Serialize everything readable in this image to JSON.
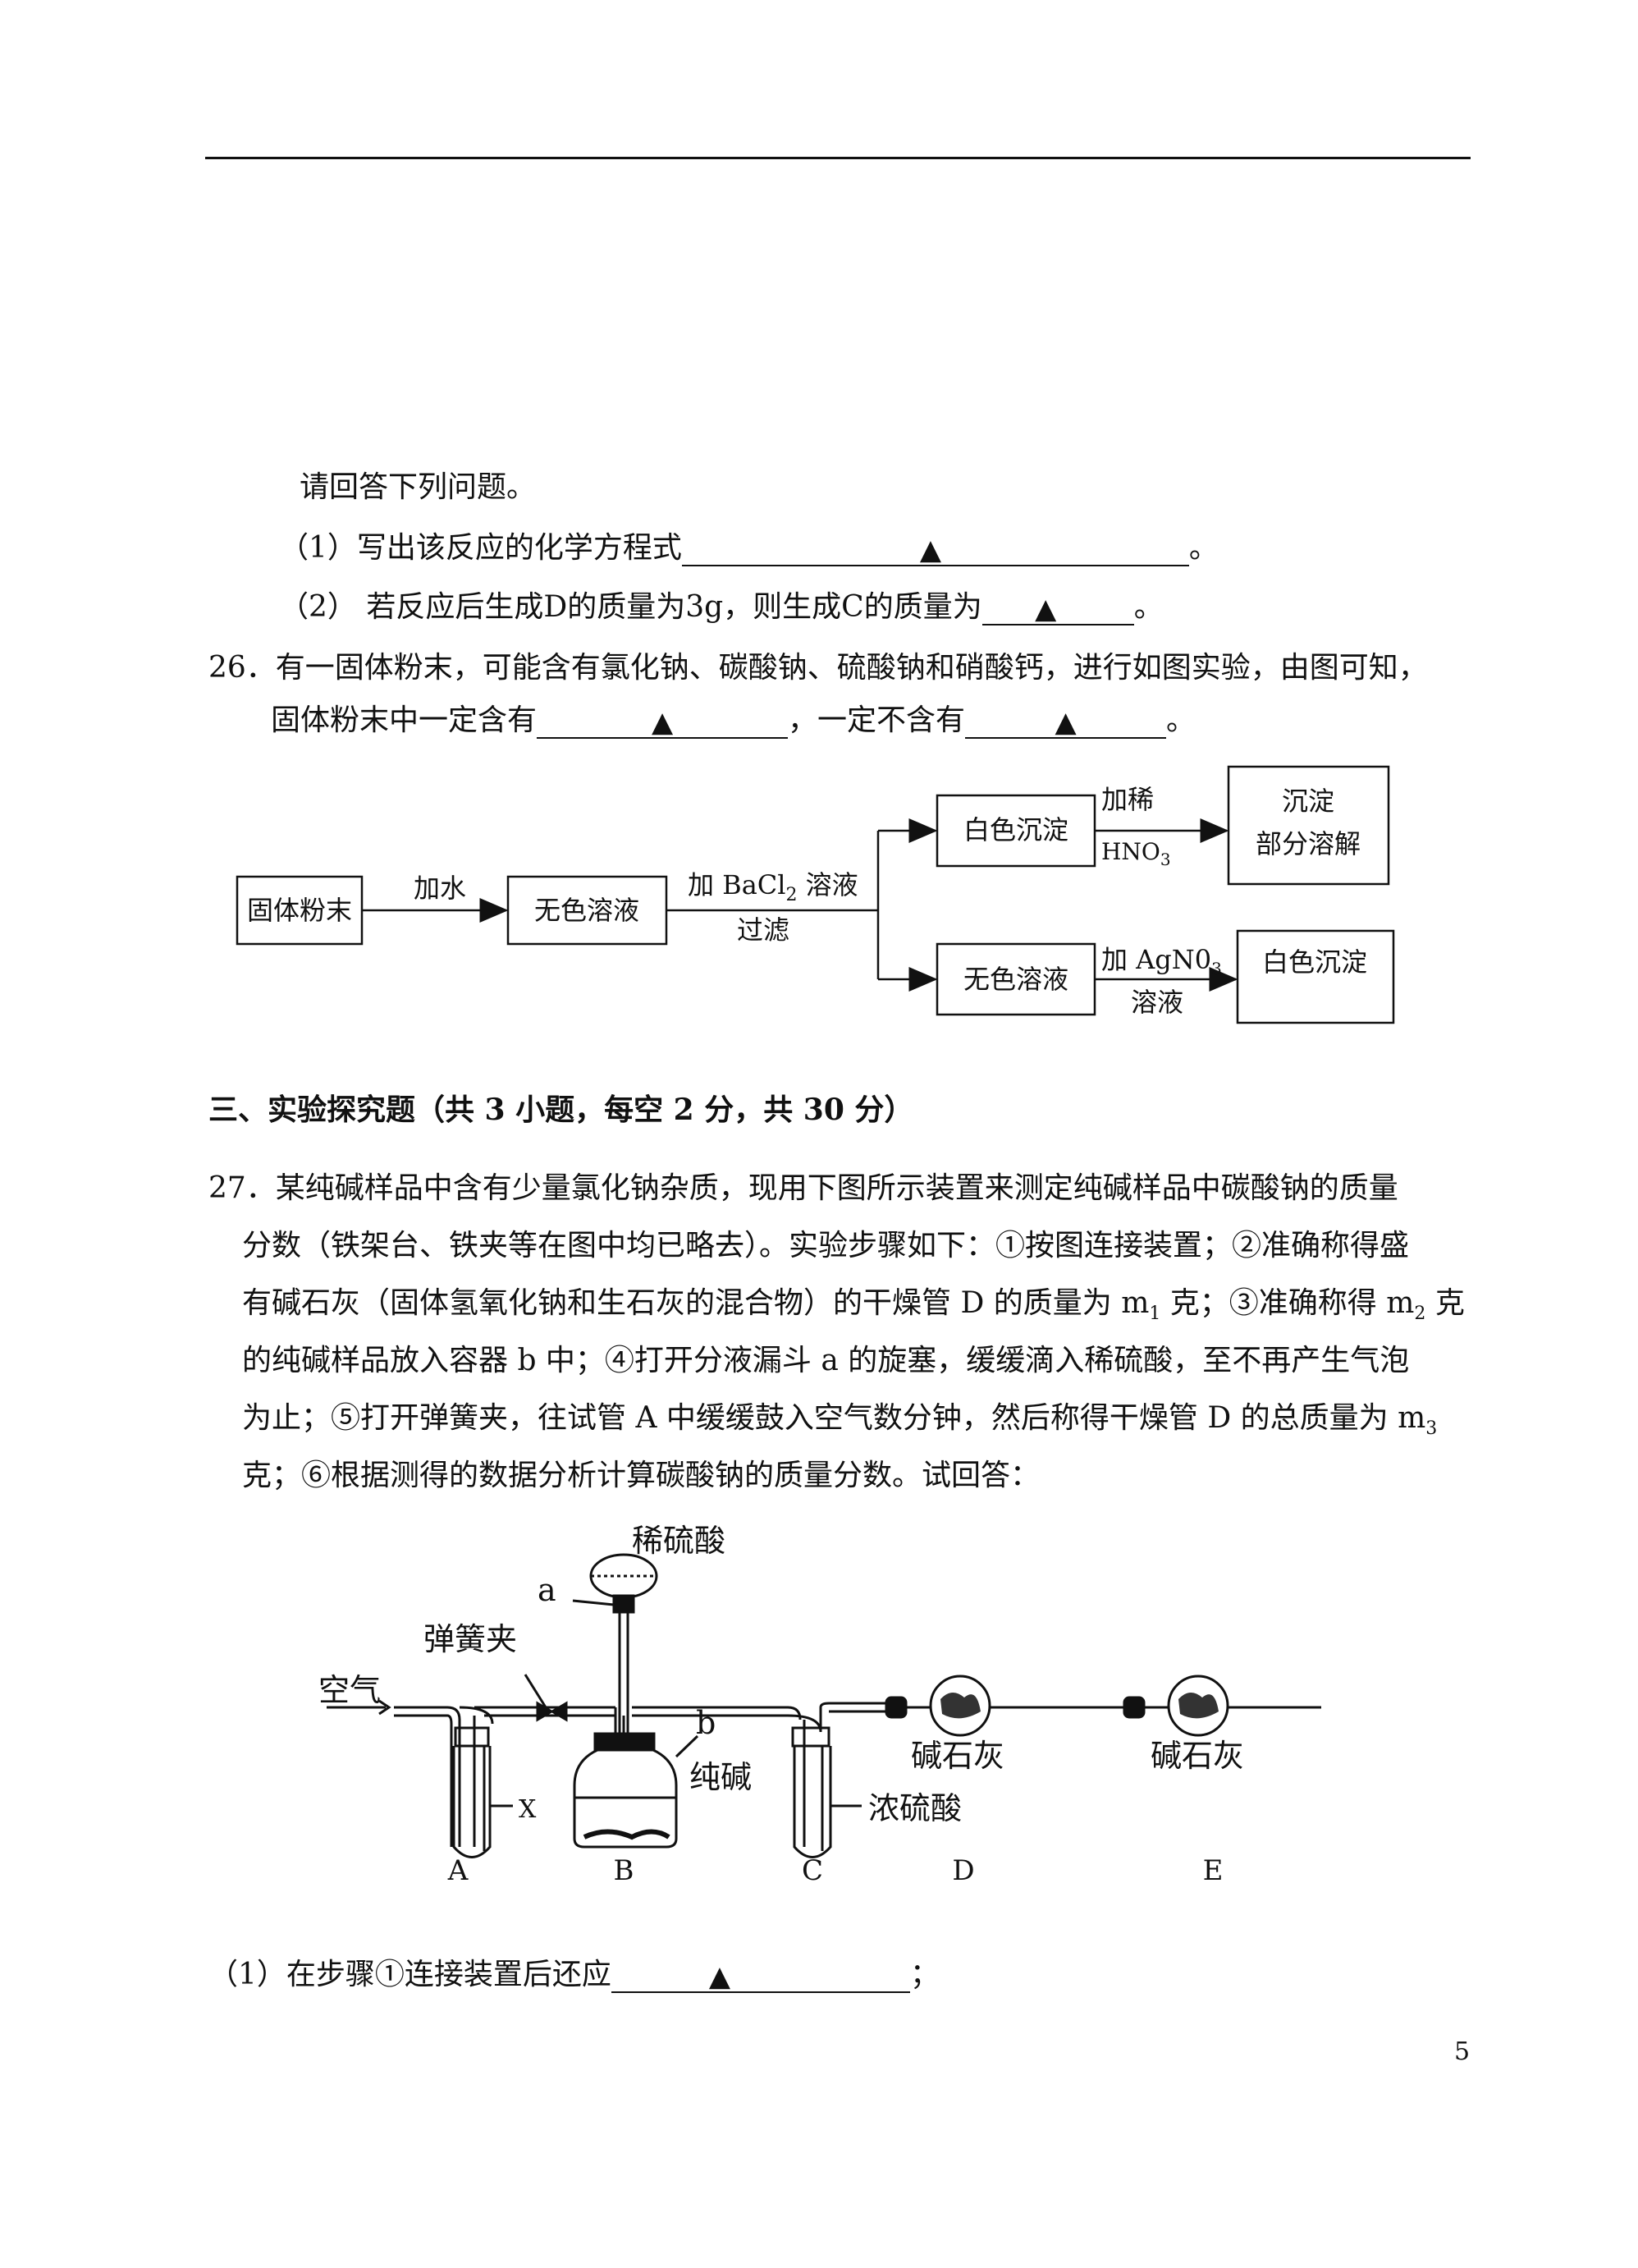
{
  "q25": {
    "intro": "请回答下列问题。",
    "part1_prefix": "（1）写出该反应的化学方程式",
    "part1_suffix": "。",
    "part2_prefix": "（2）  若反应后生成D的质量为3g，则生成C的质量为",
    "part2_suffix": "。"
  },
  "answer_mark": "▲",
  "q26": {
    "line1": "26．有一固体粉末，可能含有氯化钠、碳酸钠、硫酸钠和硝酸钙，进行如图实验，由图可知，",
    "line2_prefix": "固体粉末中一定含有",
    "line2_mid": "，一定不含有",
    "line2_suffix": "。",
    "flow": {
      "box_powder": "固体粉末",
      "arrow_water": "加水",
      "box_colorless1": "无色溶液",
      "arrow_bacl2_a": "加 BaCl",
      "arrow_bacl2_sub": "2",
      "arrow_bacl2_b": " 溶液",
      "arrow_filter": "过滤",
      "box_white_ppt1": "白色沉淀",
      "arrow_dilute": "加稀",
      "arrow_hno3_a": "HNO",
      "arrow_hno3_sub": "3",
      "box_ppt_line1": "沉淀",
      "box_ppt_line2": "部分溶解",
      "box_colorless2": "无色溶液",
      "arrow_agno3_a": "加 AgN0",
      "arrow_agno3_sub": "3",
      "arrow_agno3_b": "溶液",
      "box_white_ppt2": "白色沉淀"
    }
  },
  "section3": {
    "heading": "三、实验探究题（共 3 小题，每空 2 分，共 30 分）"
  },
  "q27": {
    "line1": "27．某纯碱样品中含有少量氯化钠杂质，现用下图所示装置来测定纯碱样品中碳酸钠的质量",
    "line2": "分数（铁架台、铁夹等在图中均已略去）。实验步骤如下：①按图连接装置；②准确称得盛",
    "line3_a": "有碱石灰（固体氢氧化钠和生石灰的混合物）的干燥管 D 的质量为 m",
    "line3_sub1": "1",
    "line3_b": " 克；③准确称得 m",
    "line3_sub2": "2",
    "line3_c": " 克",
    "line4": "的纯碱样品放入容器 b 中；④打开分液漏斗 a 的旋塞，缓缓滴入稀硫酸，至不再产生气泡",
    "line5_a": "为止；⑤打开弹簧夹，往试管 A 中缓缓鼓入空气数分钟，然后称得干燥管 D 的总质量为 m",
    "line5_sub": "3",
    "line6": "克；⑥根据测得的数据分析计算碳酸钠的质量分数。试回答：",
    "apparatus": {
      "acid": "稀硫酸",
      "a": "a",
      "clamp": "弹簧夹",
      "air": "空气",
      "b": "b",
      "soda": "纯碱",
      "x": "X",
      "conc_acid": "浓硫酸",
      "lime_d": "碱石灰",
      "lime_e": "碱石灰",
      "label_A": "A",
      "label_B": "B",
      "label_C": "C",
      "label_D": "D",
      "label_E": "E"
    },
    "part1_prefix": "（1）在步骤①连接装置后还应",
    "part1_suffix": "；"
  },
  "page_number": "5"
}
